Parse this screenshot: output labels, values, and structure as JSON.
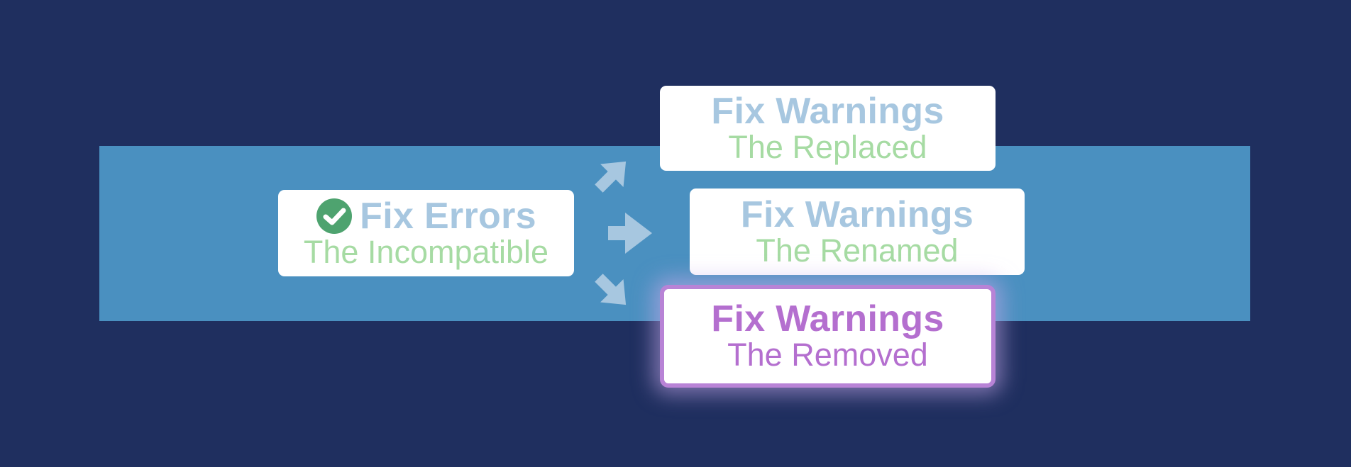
{
  "colors": {
    "background": "#1f2f5f",
    "band": "#4a90c0",
    "card_background": "#ffffff",
    "title_blue": "#a7c7e0",
    "subtitle_green": "#a6dba3",
    "check_green": "#4ea36f",
    "highlight_purple": "#b46fcf",
    "highlight_purple_light": "#b883d6",
    "arrow": "#a7c7e0"
  },
  "diagram": {
    "source": {
      "icon": "check-circle-icon",
      "title": "Fix Errors",
      "subtitle": "The Incompatible"
    },
    "targets": [
      {
        "title": "Fix Warnings",
        "subtitle": "The Replaced",
        "highlighted": false
      },
      {
        "title": "Fix Warnings",
        "subtitle": "The Renamed",
        "highlighted": false
      },
      {
        "title": "Fix Warnings",
        "subtitle": "The Removed",
        "highlighted": true
      }
    ],
    "arrows": [
      "arrow-up-right-icon",
      "arrow-right-icon",
      "arrow-down-right-icon"
    ]
  }
}
